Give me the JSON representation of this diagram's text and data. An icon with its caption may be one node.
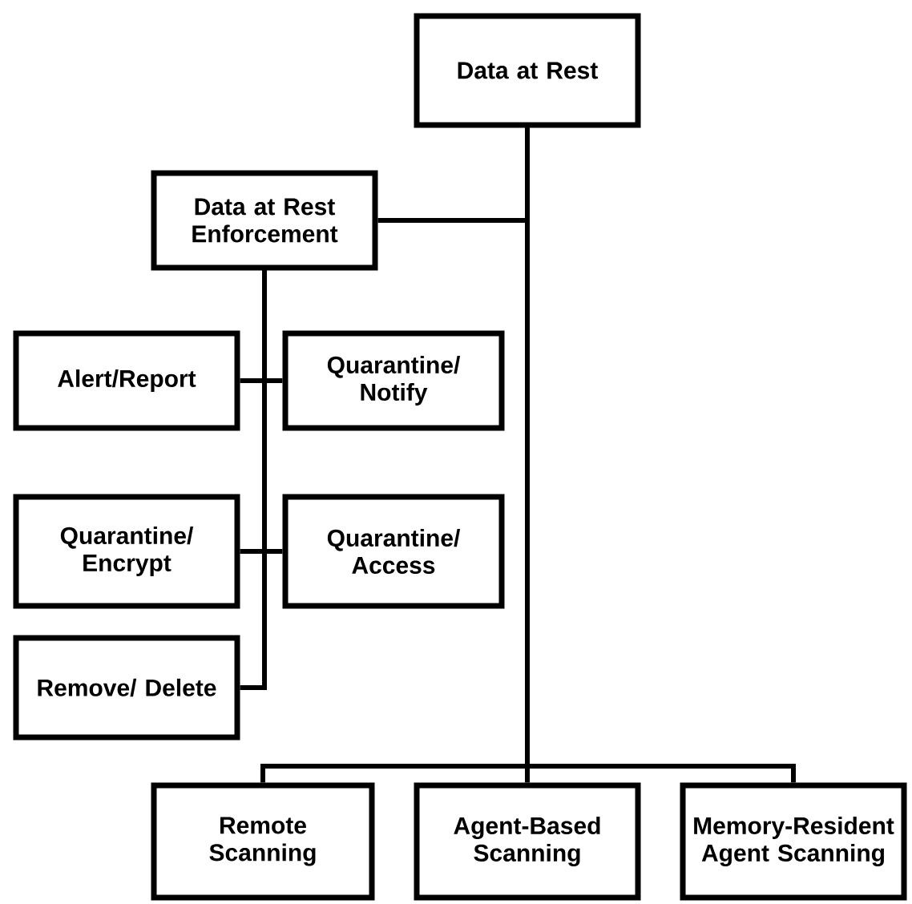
{
  "diagram": {
    "nodes": [
      {
        "text": [
          "Data at Rest"
        ]
      },
      {
        "text": [
          "Data at Rest Enforcement"
        ]
      },
      {
        "text": [
          "Alert/Report"
        ]
      },
      {
        "text": [
          "Quarantine/ Notify"
        ]
      },
      {
        "text": [
          "Quarantine/ Encrypt"
        ]
      },
      {
        "text": [
          "Quarantine/ Access"
        ]
      },
      {
        "text": [
          "Remove/ Delete"
        ]
      },
      {
        "text": [
          "Remote Scanning"
        ]
      },
      {
        "text": [
          "Agent-Based Scanning"
        ]
      },
      {
        "text": [
          "Memory-Resident Agent Scanning"
        ]
      }
    ],
    "edges": [
      {
        "from": 0,
        "to": 1,
        "arrow": "none"
      },
      {
        "from": 1,
        "to": 2,
        "arrow": "none"
      },
      {
        "from": 1,
        "to": 3,
        "arrow": "none"
      },
      {
        "from": 1,
        "to": 4,
        "arrow": "none"
      },
      {
        "from": 1,
        "to": 5,
        "arrow": "none"
      },
      {
        "from": 1,
        "to": 6,
        "arrow": "none"
      },
      {
        "from": 0,
        "to": 7,
        "arrow": "none"
      },
      {
        "from": 0,
        "to": 8,
        "arrow": "none"
      },
      {
        "from": 0,
        "to": 9,
        "arrow": "none"
      }
    ]
  }
}
